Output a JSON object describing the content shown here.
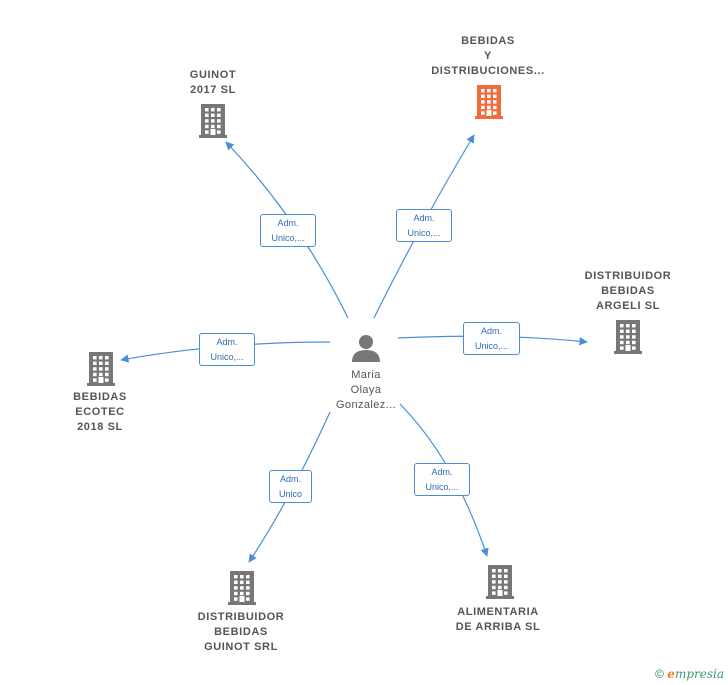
{
  "center": {
    "name_lines": "Maria\nOlaya\nGonzalez..."
  },
  "companies": [
    {
      "id": "guinot-2017",
      "label": "GUINOT\n2017  SL",
      "highlight": false
    },
    {
      "id": "bebidas-distribuciones",
      "label": "BEBIDAS\nY\nDISTRIBUCIONES...",
      "highlight": true
    },
    {
      "id": "distribuidor-argeli",
      "label": "DISTRIBUIDOR\nBEBIDAS\nARGELI  SL",
      "highlight": false
    },
    {
      "id": "bebidas-ecotec",
      "label": "BEBIDAS\nECOTEC\n2018  SL",
      "highlight": false
    },
    {
      "id": "alimentaria-arriba",
      "label": "ALIMENTARIA\nDE ARRIBA  SL",
      "highlight": false
    },
    {
      "id": "distribuidor-guinot",
      "label": "DISTRIBUIDOR\nBEBIDAS\nGUINOT SRL",
      "highlight": false
    }
  ],
  "relations": [
    {
      "to": "guinot-2017",
      "label": "Adm.\nUnico,..."
    },
    {
      "to": "bebidas-distribuciones",
      "label": "Adm.\nUnico,..."
    },
    {
      "to": "distribuidor-argeli",
      "label": "Adm.\nUnico,..."
    },
    {
      "to": "bebidas-ecotec",
      "label": "Adm.\nUnico,..."
    },
    {
      "to": "alimentaria-arriba",
      "label": "Adm.\nUnico,..."
    },
    {
      "to": "distribuidor-guinot",
      "label": "Adm.\nUnico"
    }
  ],
  "colors": {
    "edge": "#4a8fd6",
    "building": "#777777",
    "building_highlight": "#f26b3a",
    "person": "#777777"
  },
  "footer": {
    "copyright_symbol": "©",
    "brand_initial": "e",
    "brand_rest": "mpresia"
  }
}
